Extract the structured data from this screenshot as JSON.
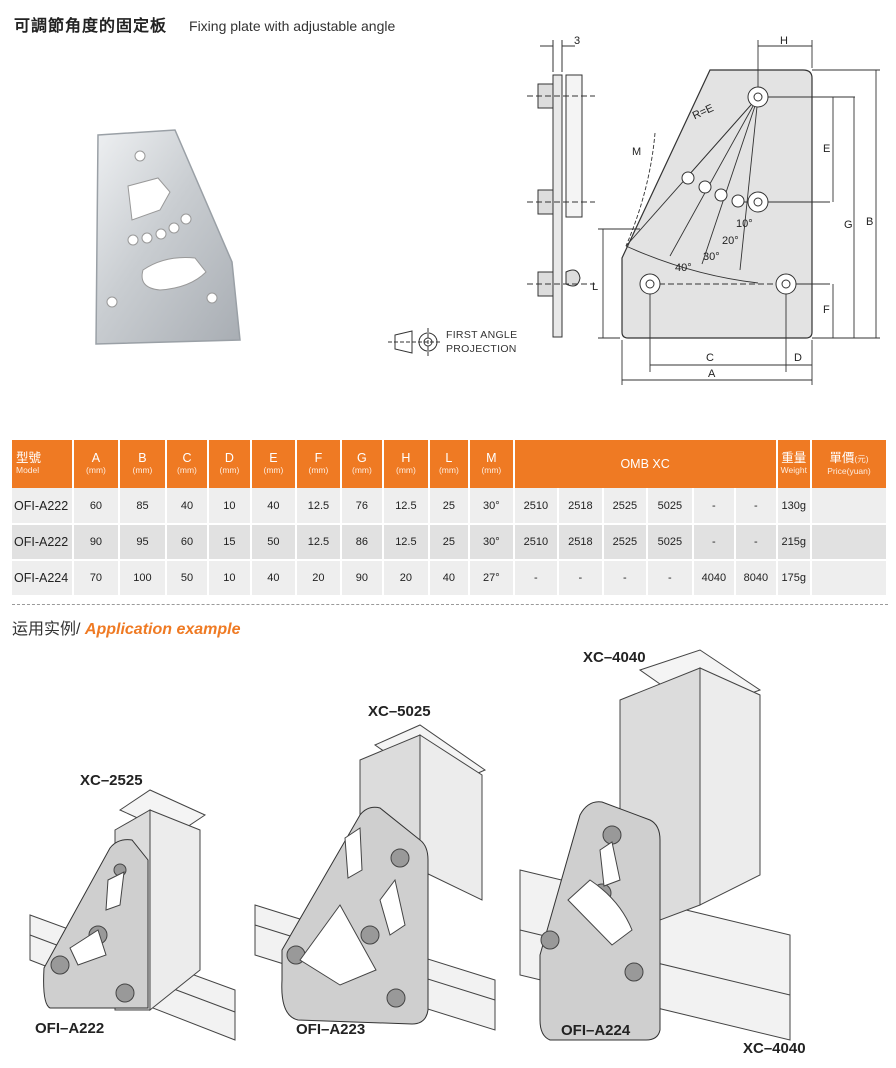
{
  "header": {
    "title_cn": "可調節角度的固定板",
    "title_en": "Fixing plate with adjustable angle"
  },
  "projection": {
    "line1": "FIRST ANGLE",
    "line2": "PROJECTION"
  },
  "drawing_labels": {
    "thickness": "3",
    "H": "H",
    "E": "E",
    "G": "G",
    "B": "B",
    "F": "F",
    "L": "L",
    "C": "C",
    "D": "D",
    "A": "A",
    "M": "M",
    "R": "R=E",
    "a10": "10°",
    "a20": "20°",
    "a30": "30°",
    "a40": "40°"
  },
  "table": {
    "headers": [
      {
        "main": "型號",
        "sub": "Model"
      },
      {
        "main": "A",
        "sub": "(mm)"
      },
      {
        "main": "B",
        "sub": "(mm)"
      },
      {
        "main": "C",
        "sub": "(mm)"
      },
      {
        "main": "D",
        "sub": "(mm)"
      },
      {
        "main": "E",
        "sub": "(mm)"
      },
      {
        "main": "F",
        "sub": "(mm)"
      },
      {
        "main": "G",
        "sub": "(mm)"
      },
      {
        "main": "H",
        "sub": "(mm)"
      },
      {
        "main": "L",
        "sub": "(mm)"
      },
      {
        "main": "M",
        "sub": "(mm)"
      }
    ],
    "omb_header": "OMB XC",
    "weight_header": {
      "main": "重量",
      "sub": "Weight"
    },
    "price_header": {
      "main": "單價",
      "unit": "(元)",
      "sub": "Price(yuan)"
    },
    "rows": [
      [
        "OFI-A222",
        "60",
        "85",
        "40",
        "10",
        "40",
        "12.5",
        "76",
        "12.5",
        "25",
        "30°",
        "2510",
        "2518",
        "2525",
        "5025",
        "-",
        "-",
        "130g",
        ""
      ],
      [
        "OFI-A222",
        "90",
        "95",
        "60",
        "15",
        "50",
        "12.5",
        "86",
        "12.5",
        "25",
        "30°",
        "2510",
        "2518",
        "2525",
        "5025",
        "-",
        "-",
        "215g",
        ""
      ],
      [
        "OFI-A224",
        "70",
        "100",
        "50",
        "10",
        "40",
        "20",
        "90",
        "20",
        "40",
        "27°",
        "-",
        "-",
        "-",
        "-",
        "4040",
        "8040",
        "175g",
        ""
      ]
    ]
  },
  "application": {
    "title_cn": "运用实例/",
    "title_en": "Application example",
    "labels": {
      "xc2525": "XC–2525",
      "xc5025": "XC–5025",
      "xc4040_top": "XC–4040",
      "xc4040_bottom": "XC–4040",
      "ofi222": "OFI–A222",
      "ofi223": "OFI–A223",
      "ofi224": "OFI–A224"
    }
  }
}
